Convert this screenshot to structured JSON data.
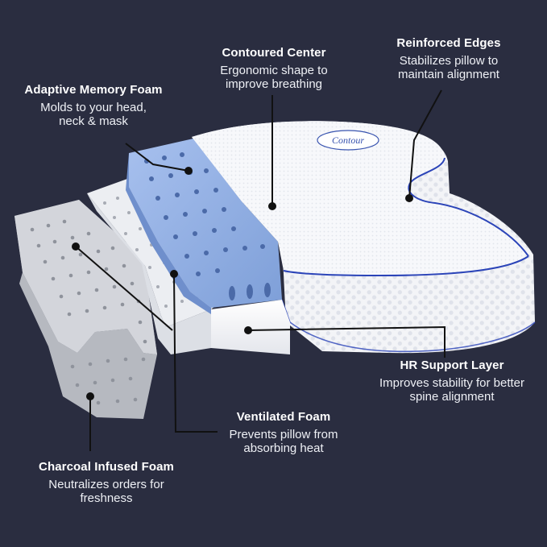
{
  "brand_logo": {
    "text": "Contour",
    "color": "#3a55b0"
  },
  "colors": {
    "background": "#2a2d40",
    "text": "#ffffff",
    "memory_foam": "#9bb6e8",
    "edge_piping": "#2b44b8",
    "leader_line": "#111111"
  },
  "features": [
    {
      "id": "adaptive-memory-foam",
      "title": "Adaptive Memory Foam",
      "description": "Molds to your head, neck & mask"
    },
    {
      "id": "contoured-center",
      "title": "Contoured Center",
      "description": "Ergonomic shape to improve breathing"
    },
    {
      "id": "reinforced-edges",
      "title": "Reinforced Edges",
      "description": "Stabilizes pillow to maintain alignment"
    },
    {
      "id": "hr-support-layer",
      "title": "HR Support Layer",
      "description": "Improves stability for better spine alignment"
    },
    {
      "id": "ventilated-foam",
      "title": "Ventilated Foam",
      "description": "Prevents pillow from absorbing heat"
    },
    {
      "id": "charcoal-infused-foam",
      "title": "Charcoal Infused Foam",
      "description": "Neutralizes orders for freshness"
    }
  ]
}
